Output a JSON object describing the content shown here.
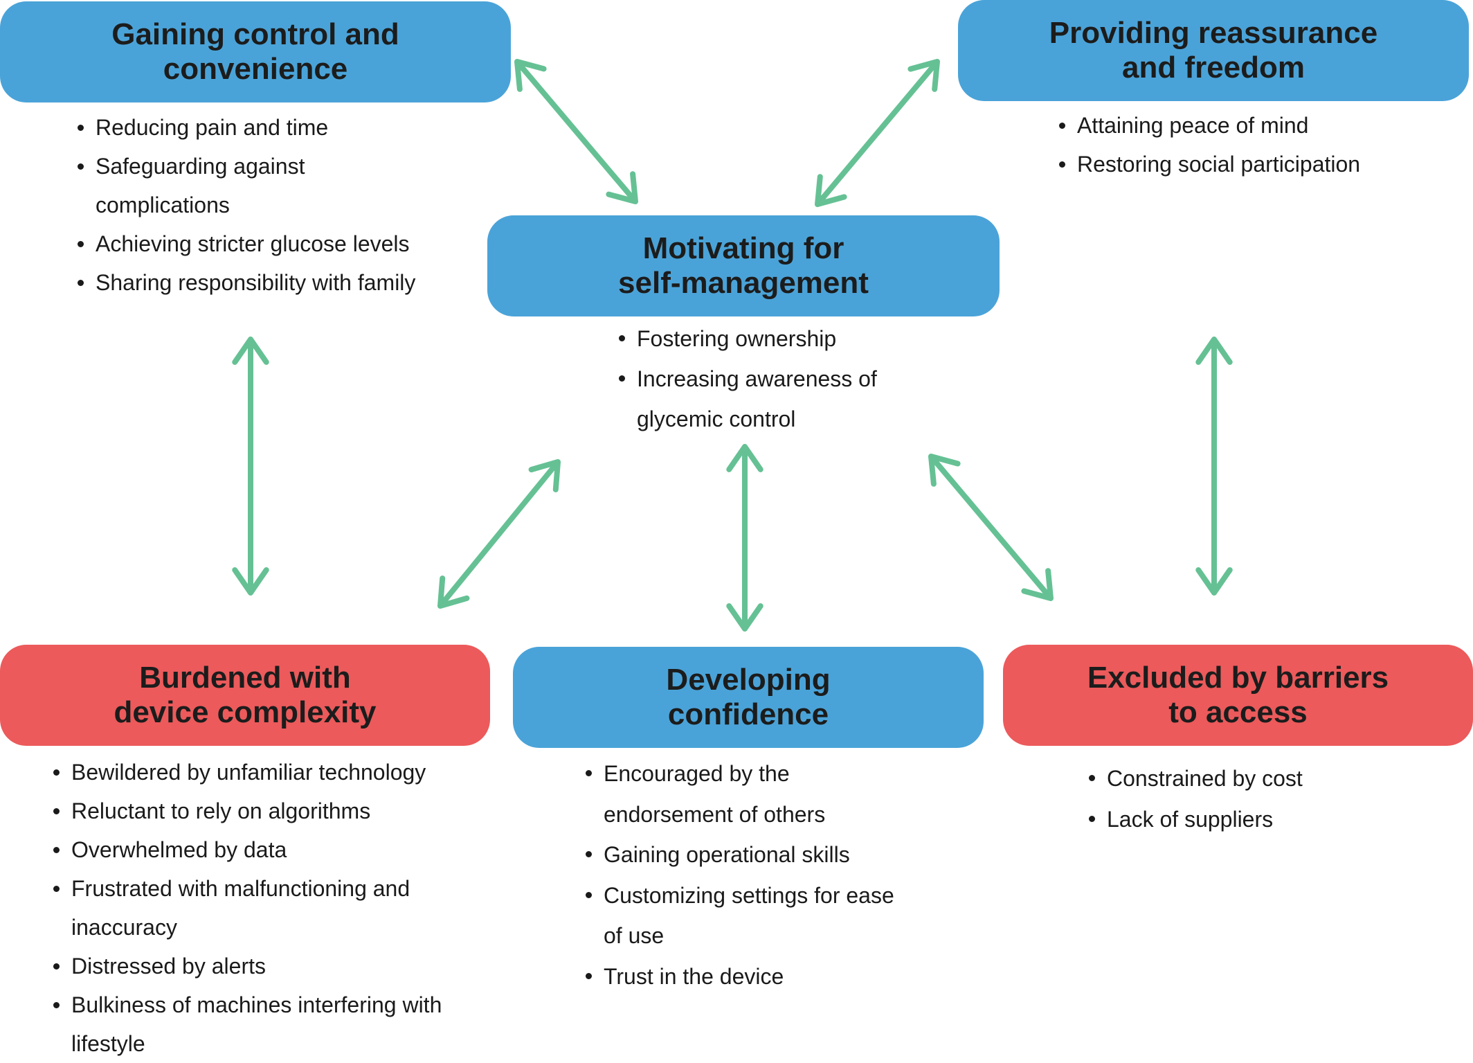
{
  "accent_blue": "#4aa3d8",
  "accent_red": "#ec5a5b",
  "arrow_color": "#65c194",
  "nodes": {
    "gaining": {
      "title": "Gaining control and\nconvenience",
      "items": [
        "Reducing pain and time",
        "Safeguarding against",
        "complications",
        "Achieving stricter glucose levels",
        "Sharing responsibility with family"
      ]
    },
    "providing": {
      "title": "Providing reassurance\nand freedom",
      "items": [
        "Attaining peace of mind",
        "Restoring social participation"
      ]
    },
    "motivating": {
      "title": "Motivating for\nself-management",
      "items": [
        "Fostering ownership",
        "Increasing awareness of",
        "glycemic control"
      ]
    },
    "burdened": {
      "title": "Burdened with\ndevice complexity",
      "items": [
        "Bewildered by unfamiliar technology",
        "Reluctant to rely on algorithms",
        "Overwhelmed by data",
        "Frustrated with malfunctioning and",
        "inaccuracy",
        "Distressed by alerts",
        "Bulkiness of machines interfering with",
        "lifestyle"
      ]
    },
    "developing": {
      "title": "Developing\nconfidence",
      "items": [
        "Encouraged by the",
        "endorsement of others",
        "Gaining operational skills",
        "Customizing settings for ease",
        "of use",
        "Trust in the device"
      ]
    },
    "excluded": {
      "title": "Excluded by barriers\nto access",
      "items": [
        "Constrained by cost",
        "Lack of suppliers"
      ]
    }
  }
}
